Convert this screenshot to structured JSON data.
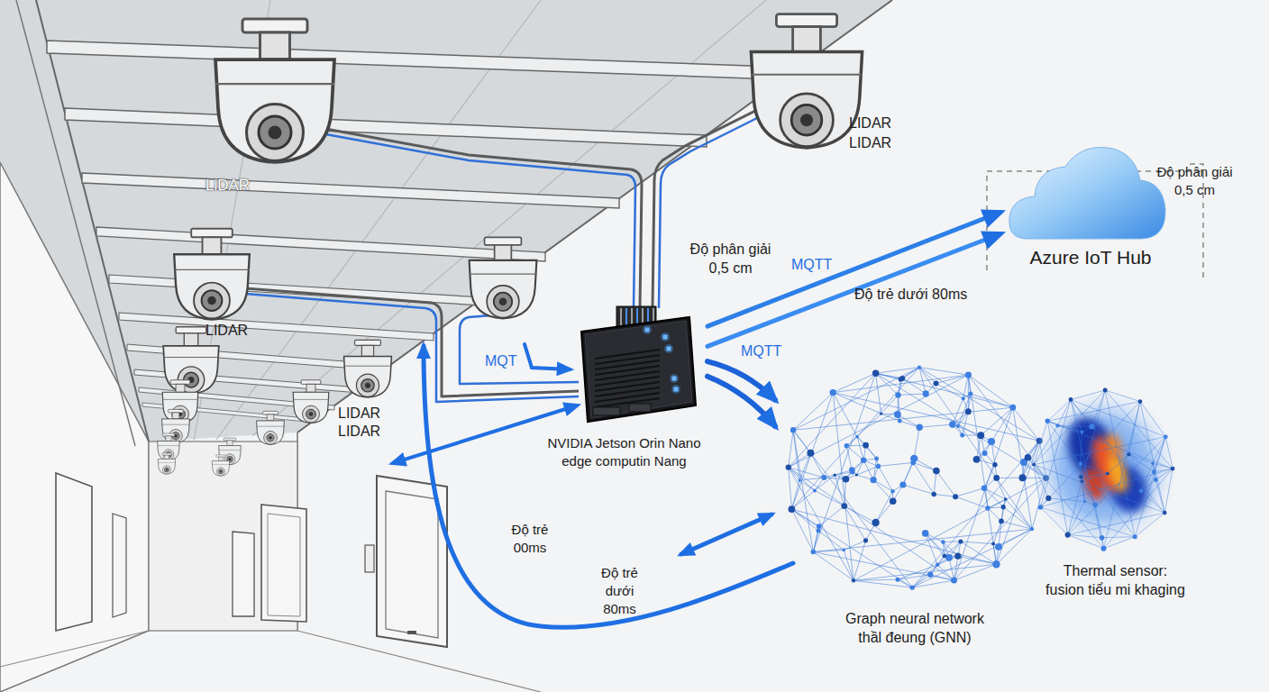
{
  "diagram": {
    "nodes": [
      {
        "text": [
          "NVIDIA Jetson Orin Nano edge computin Nang"
        ]
      },
      {
        "text": [
          "Azure IoT Hub"
        ]
      },
      {
        "text": [
          "Graph neural network thầl đeung (GNN)"
        ]
      },
      {
        "text": [
          "Thermal sensor: fusion tiểu mi khaging"
        ]
      }
    ],
    "edges": [
      {
        "from": 0,
        "to": 1,
        "arrow": "to",
        "label": "MQTT"
      },
      {
        "from": 0,
        "to": 1,
        "arrow": "to",
        "label": "Độ trẻ dưới 80ms"
      },
      {
        "from": 0,
        "to": 2,
        "arrow": "to",
        "label": "MQTT"
      },
      {
        "from": 0,
        "to": 2,
        "arrow": "to"
      }
    ],
    "labels": [
      "LiDAR",
      "LIDAR",
      "LIDAR",
      "LIDAR",
      "LIDAR",
      "LIDAR",
      "MQT",
      "Độ phân giải 0,5 cm",
      "Độ phân giải 0,5 cm",
      "Độ trẻ 00ms",
      "Độ trẻ dưới 80ms"
    ]
  }
}
